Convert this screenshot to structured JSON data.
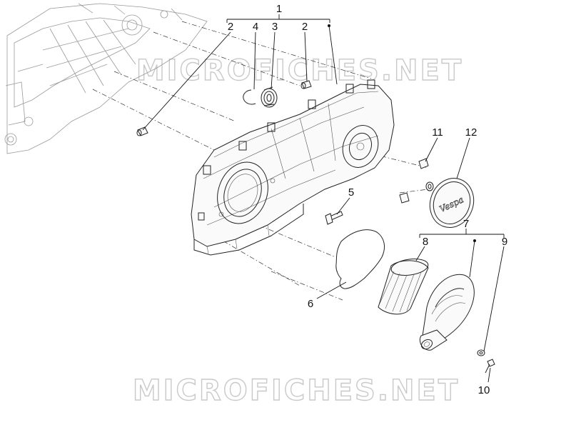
{
  "watermark": {
    "text_top": "MICROFICHES.NET",
    "text_bottom": "MICROFICHES.NET"
  },
  "callouts": [
    {
      "id": "callout-1",
      "label": "1"
    },
    {
      "id": "callout-2a",
      "label": "2"
    },
    {
      "id": "callout-4",
      "label": "4"
    },
    {
      "id": "callout-3",
      "label": "3"
    },
    {
      "id": "callout-2b",
      "label": "2"
    },
    {
      "id": "callout-11",
      "label": "11"
    },
    {
      "id": "callout-12",
      "label": "12"
    },
    {
      "id": "callout-5",
      "label": "5"
    },
    {
      "id": "callout-7",
      "label": "7"
    },
    {
      "id": "callout-8",
      "label": "8"
    },
    {
      "id": "callout-9",
      "label": "9"
    },
    {
      "id": "callout-6",
      "label": "6"
    },
    {
      "id": "callout-10",
      "label": "10"
    }
  ],
  "badge_text": "Vespa"
}
